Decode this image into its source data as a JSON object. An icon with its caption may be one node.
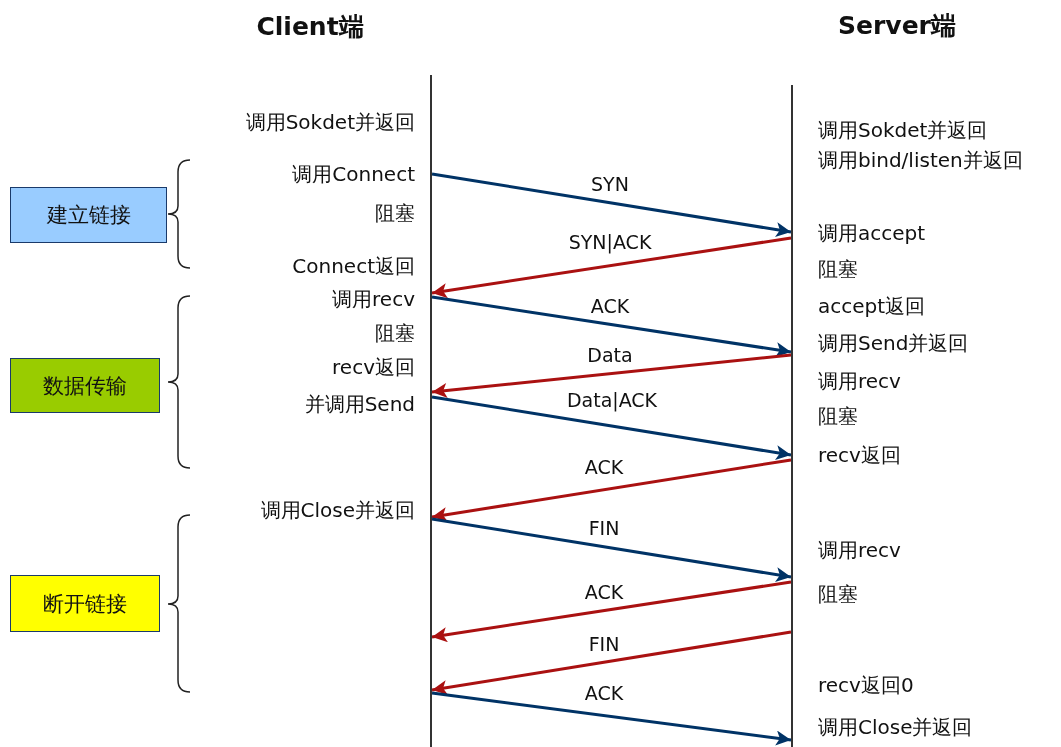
{
  "diagram": {
    "nodes": [
      {
        "text": [],
        "shape": "line"
      },
      {
        "text": [],
        "shape": "line"
      },
      {
        "text": [
          "建立链接"
        ]
      },
      {
        "text": [
          "数据传输"
        ]
      },
      {
        "text": [
          "断开链接"
        ]
      }
    ],
    "edges": [
      {
        "from": 0,
        "to": 1,
        "arrow": "to",
        "label": "SYN"
      },
      {
        "from": 1,
        "to": 0,
        "arrow": "to",
        "label": "SYN|ACK",
        "color": "#aa1111"
      },
      {
        "from": 0,
        "to": 1,
        "arrow": "to",
        "label": "ACK"
      },
      {
        "from": 1,
        "to": 0,
        "arrow": "to",
        "label": "Data",
        "color": "#aa1111"
      },
      {
        "from": 0,
        "to": 1,
        "arrow": "to",
        "label": "Data|ACK"
      },
      {
        "from": 1,
        "to": 0,
        "arrow": "to",
        "label": "ACK",
        "color": "#aa1111"
      },
      {
        "from": 0,
        "to": 1,
        "arrow": "to",
        "label": "FIN"
      },
      {
        "from": 1,
        "to": 0,
        "arrow": "to",
        "label": "ACK",
        "color": "#aa1111"
      },
      {
        "from": 1,
        "to": 0,
        "arrow": "to",
        "label": "FIN",
        "color": "#aa1111"
      },
      {
        "from": 0,
        "to": 1,
        "arrow": "to",
        "label": "ACK"
      }
    ],
    "labels": [
      "Client端",
      "Server端",
      "调用Sokdet并返回",
      "调用Sokdet并返回",
      "调用bind/listen并返回",
      "调用Connect",
      "阻塞",
      "调用accept",
      "Connect返回",
      "阻塞",
      "调用recv",
      "accept返回",
      "阻塞",
      "调用Send并返回",
      "recv返回",
      "调用recv",
      "并调用Send",
      "阻塞",
      "recv返回",
      "调用Close并返回",
      "调用recv",
      "阻塞",
      "recv返回0",
      "调用Close并返回"
    ]
  }
}
